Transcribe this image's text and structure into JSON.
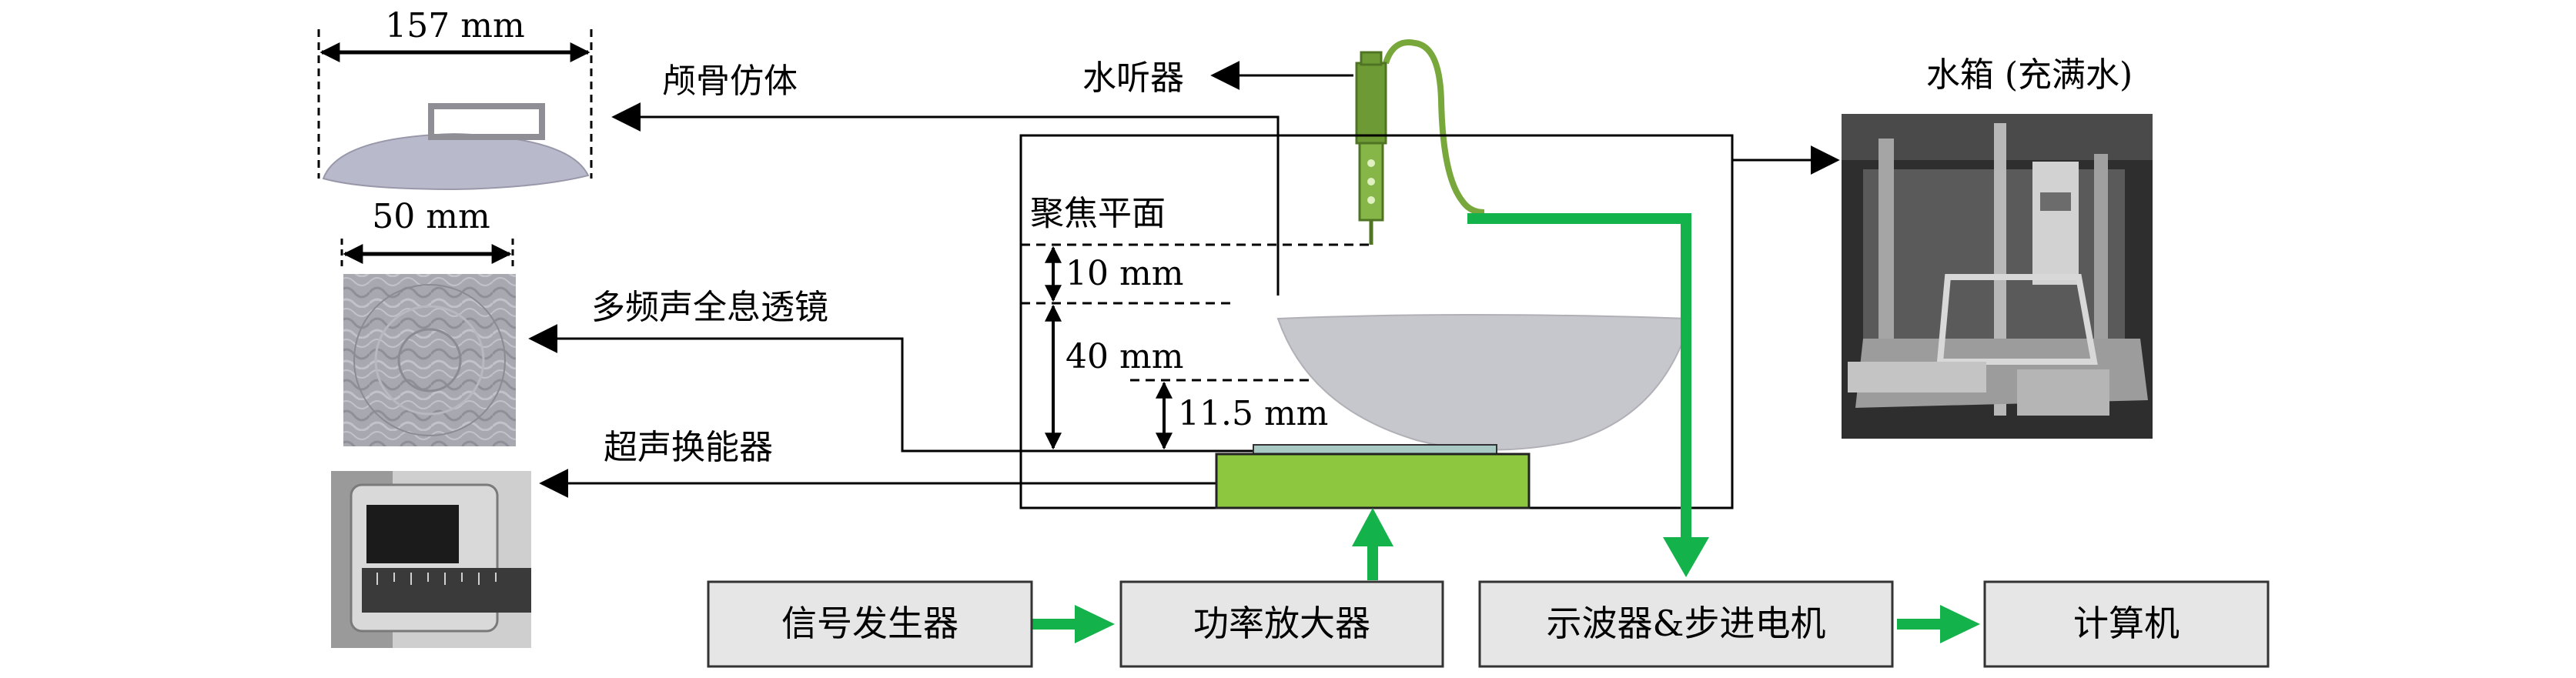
{
  "labels": {
    "skull_phantom": "颅骨仿体",
    "hydrophone": "水听器",
    "water_tank": "水箱 (充满水)",
    "focal_plane": "聚焦平面",
    "hologram_lens": "多频声全息透镜",
    "transducer": "超声换能器"
  },
  "dimensions": {
    "phantom_width": "157 mm",
    "lens_width": "50 mm",
    "focal_offset": "10 mm",
    "skull_gap": "40 mm",
    "lens_gap": "11.5 mm"
  },
  "boxes": {
    "signal_generator": "信号发生器",
    "power_amplifier": "功率放大器",
    "oscilloscope_motor": "示波器&步进电机",
    "computer": "计算机"
  },
  "colors": {
    "green_arrow": "#14b24b",
    "transducer_fill": "#8dc63f",
    "box_fill": "#e6e6e6",
    "skull_fill": "#c9c9cf",
    "lens_plate": "#a9c9c4",
    "hydrophone_green": "#78a83c"
  }
}
